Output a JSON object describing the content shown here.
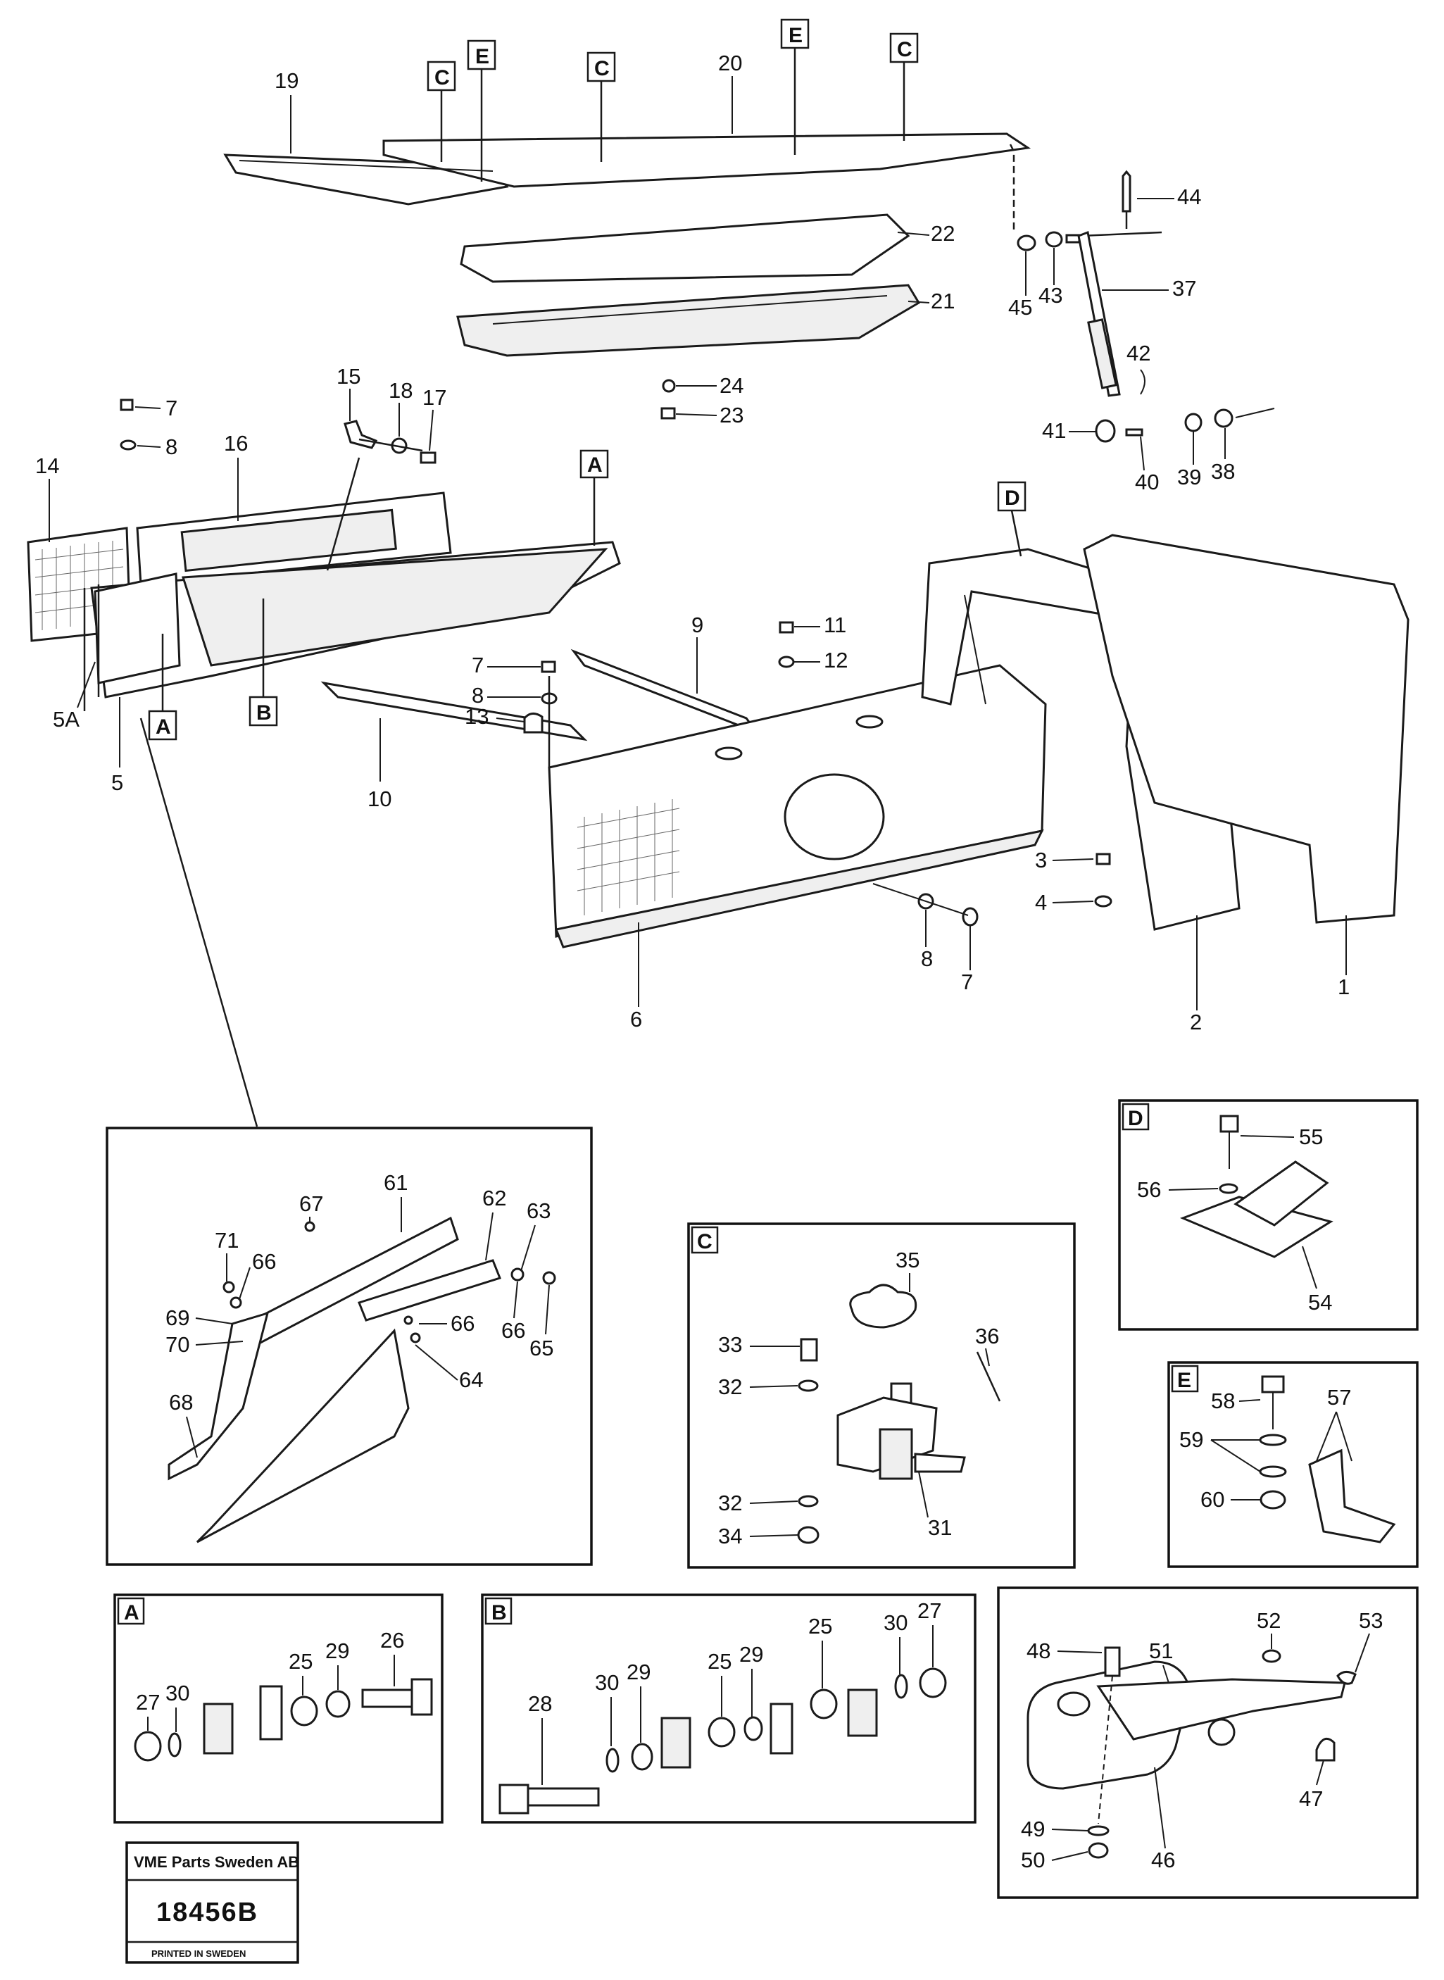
{
  "diagram": {
    "main_labels": [
      "19",
      "20",
      "22",
      "21",
      "24",
      "23",
      "44",
      "45",
      "43",
      "37",
      "42",
      "41",
      "40",
      "39",
      "38",
      "7",
      "8",
      "16",
      "15",
      "18",
      "17",
      "14",
      "5A",
      "5",
      "10",
      "9",
      "11",
      "12",
      "7",
      "8",
      "13",
      "3",
      "4",
      "8",
      "7",
      "6",
      "2",
      "1"
    ],
    "ref_boxes_main": [
      "C",
      "E",
      "C",
      "E",
      "C",
      "A",
      "A",
      "B",
      "D"
    ],
    "inset_A_detail": {
      "labels": [
        "61",
        "62",
        "63",
        "67",
        "71",
        "66",
        "69",
        "70",
        "68",
        "66",
        "65",
        "66",
        "64"
      ]
    },
    "inset_C": {
      "letter": "C",
      "labels": [
        "35",
        "33",
        "36",
        "32",
        "32",
        "34",
        "31"
      ]
    },
    "inset_D": {
      "letter": "D",
      "labels": [
        "55",
        "56",
        "54"
      ]
    },
    "inset_E": {
      "letter": "E",
      "labels": [
        "58",
        "57",
        "59",
        "60"
      ]
    },
    "inset_A_bolt": {
      "letter": "A",
      "labels": [
        "26",
        "25",
        "29",
        "27",
        "30"
      ]
    },
    "inset_B_bolt": {
      "letter": "B",
      "labels": [
        "28",
        "30",
        "29",
        "25",
        "29",
        "25",
        "30",
        "27"
      ]
    },
    "inset_hinge": {
      "labels": [
        "48",
        "51",
        "52",
        "53",
        "47",
        "49",
        "50",
        "46"
      ]
    },
    "stamp": {
      "company": "VME Parts Sweden AB",
      "number": "18456B",
      "printed": "PRINTED IN SWEDEN"
    }
  }
}
